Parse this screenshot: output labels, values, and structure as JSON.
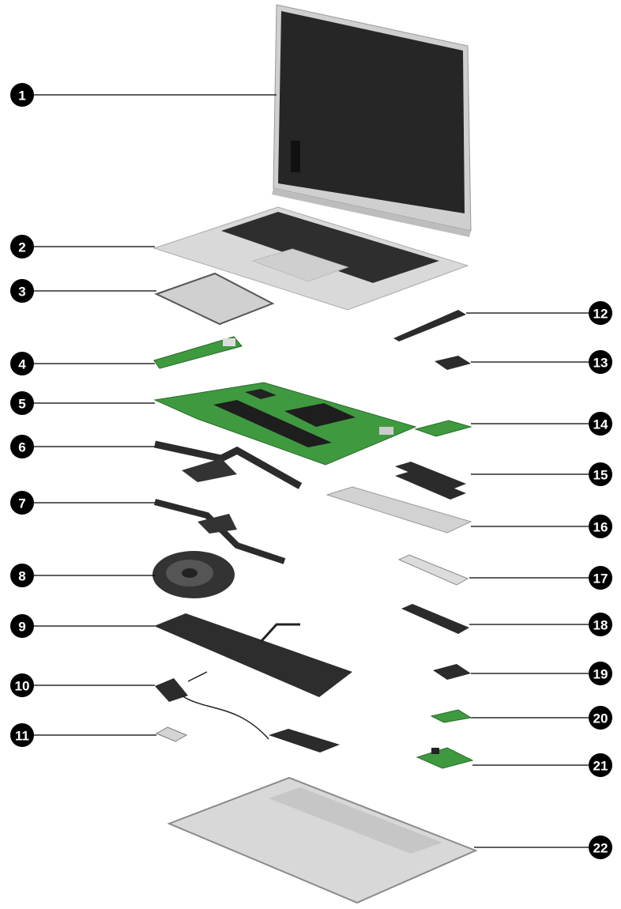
{
  "title": "Laptop exploded view (component callouts)",
  "callouts": {
    "c1": "1",
    "c2": "2",
    "c3": "3",
    "c4": "4",
    "c5": "5",
    "c6": "6",
    "c7": "7",
    "c8": "8",
    "c9": "9",
    "c10": "10",
    "c11": "11",
    "c12": "12",
    "c13": "13",
    "c14": "14",
    "c15": "15",
    "c16": "16",
    "c17": "17",
    "c18": "18",
    "c19": "19",
    "c20": "20",
    "c21": "21",
    "c22": "22"
  },
  "colors": {
    "callout": "#000000",
    "board": "#3f9a3f",
    "dark_part": "#2b2b2b",
    "silver": "#d6d6d6"
  }
}
